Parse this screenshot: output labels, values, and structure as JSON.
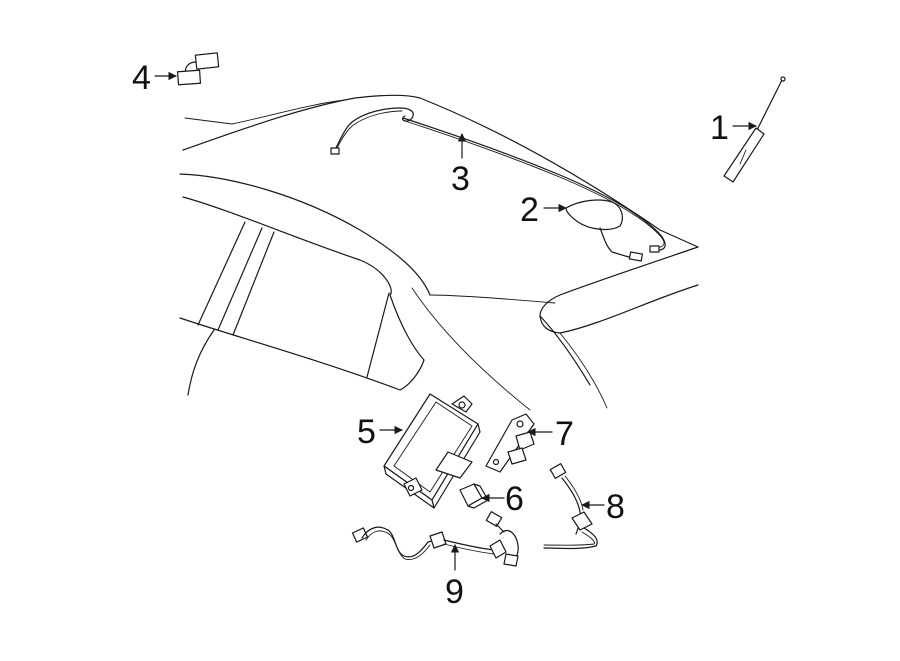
{
  "callouts": [
    {
      "id": "1",
      "label": "1"
    },
    {
      "id": "2",
      "label": "2"
    },
    {
      "id": "3",
      "label": "3"
    },
    {
      "id": "4",
      "label": "4"
    },
    {
      "id": "5",
      "label": "5"
    },
    {
      "id": "6",
      "label": "6"
    },
    {
      "id": "7",
      "label": "7"
    },
    {
      "id": "8",
      "label": "8"
    },
    {
      "id": "9",
      "label": "9"
    }
  ],
  "colors": {
    "line": "#1a1a1a",
    "background": "#ffffff"
  }
}
